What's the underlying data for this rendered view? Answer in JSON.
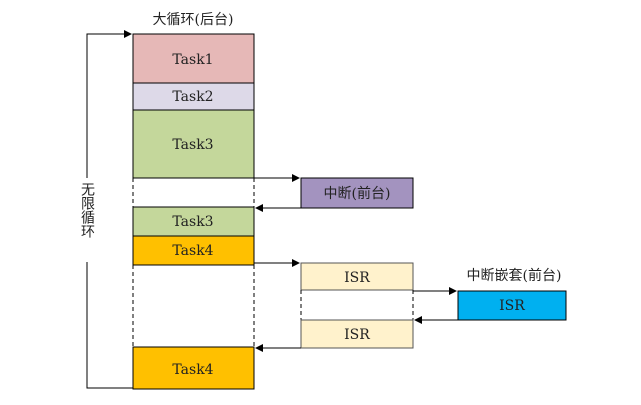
{
  "title": "大循环(后台)",
  "loop_label": "无限循环",
  "interrupt_label": "中断(前台)",
  "nested_label": "中断嵌套(前台)",
  "tasks": [
    {
      "label": "Task1",
      "color": "#e6b8b7"
    },
    {
      "label": "Task2",
      "color": "#ddd9e8"
    },
    {
      "label": "Task3",
      "color": "#c4d79b"
    },
    {
      "label": "Task3",
      "color": "#c4d79b"
    },
    {
      "label": "Task4",
      "color": "#ffc000"
    },
    {
      "label": "Task4",
      "color": "#ffc000"
    }
  ],
  "isr": [
    {
      "label": "ISR",
      "color": "#fff2cc"
    },
    {
      "label": "ISR",
      "color": "#fff2cc"
    },
    {
      "label": "ISR",
      "color": "#00b0f0"
    }
  ],
  "colors": {
    "interrupt": "#a393bf",
    "line": "#000000"
  }
}
